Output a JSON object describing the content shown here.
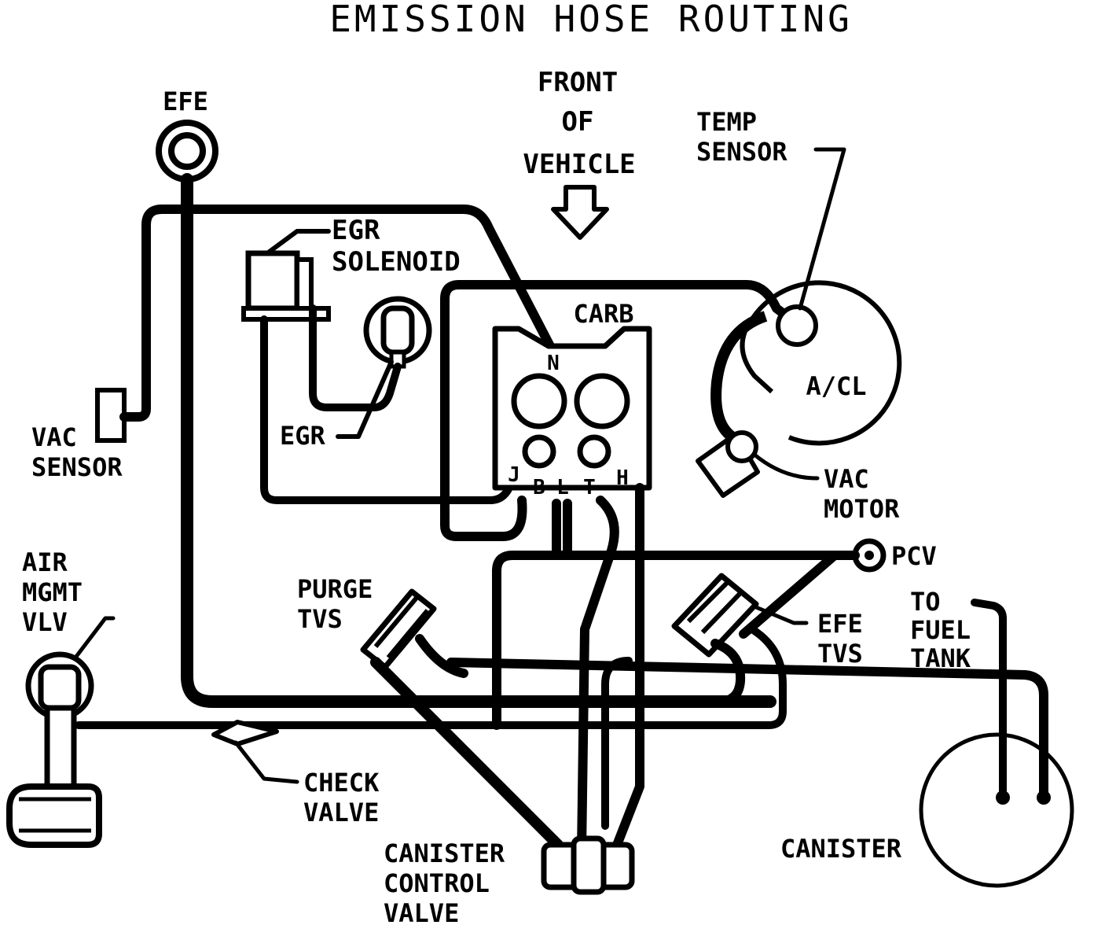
{
  "title": "EMISSION HOSE ROUTING",
  "colors": {
    "ink": "#000000",
    "paper": "#ffffff"
  },
  "labels": {
    "front": [
      "FRONT",
      "OF",
      "VEHICLE"
    ],
    "efe": "EFE",
    "egr_solenoid": [
      "EGR",
      "SOLENOID"
    ],
    "carb": "CARB",
    "temp_sensor": [
      "TEMP",
      "SENSOR"
    ],
    "acl": "A/CL",
    "vac_motor": [
      "VAC",
      "MOTOR"
    ],
    "egr": "EGR",
    "vac_sensor": [
      "VAC",
      "SENSOR"
    ],
    "air_mgmt_valve": [
      "AIR",
      "MGMT",
      "VLV"
    ],
    "purge_tvs": [
      "PURGE",
      "TVS"
    ],
    "pcv": "PCV",
    "efe_tvs": [
      "EFE",
      "TVS"
    ],
    "to_fuel_tank": [
      "TO",
      "FUEL",
      "TANK"
    ],
    "check_valve": [
      "CHECK",
      "VALVE"
    ],
    "canister_control_valve": [
      "CANISTER",
      "CONTROL",
      "VALVE"
    ],
    "canister": "CANISTER",
    "carb_ports": {
      "n": "N",
      "j": "J",
      "b": "B",
      "l": "L",
      "t": "T",
      "h": "H"
    }
  }
}
